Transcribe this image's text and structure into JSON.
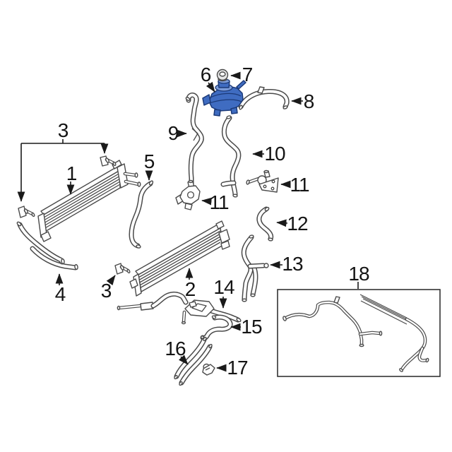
{
  "figure": {
    "background": "#ffffff",
    "line_color": "#4a4a4a",
    "label_color": "#141414",
    "highlight_fill": "#3f6cc1",
    "highlight_dark": "#1c3a78",
    "highlight_light": "#7b9bd9"
  },
  "callouts": {
    "c1": {
      "label": "1"
    },
    "c2": {
      "label": "2"
    },
    "c3a": {
      "label": "3"
    },
    "c3b": {
      "label": "3"
    },
    "c4": {
      "label": "4"
    },
    "c5": {
      "label": "5"
    },
    "c6": {
      "label": "6"
    },
    "c7": {
      "label": "7"
    },
    "c8": {
      "label": "8"
    },
    "c9": {
      "label": "9"
    },
    "c10": {
      "label": "10"
    },
    "c11a": {
      "label": "11"
    },
    "c11b": {
      "label": "11"
    },
    "c12": {
      "label": "12"
    },
    "c13": {
      "label": "13"
    },
    "c14": {
      "label": "14"
    },
    "c15": {
      "label": "15"
    },
    "c16": {
      "label": "16"
    },
    "c17": {
      "label": "17"
    },
    "c18": {
      "label": "18"
    }
  }
}
